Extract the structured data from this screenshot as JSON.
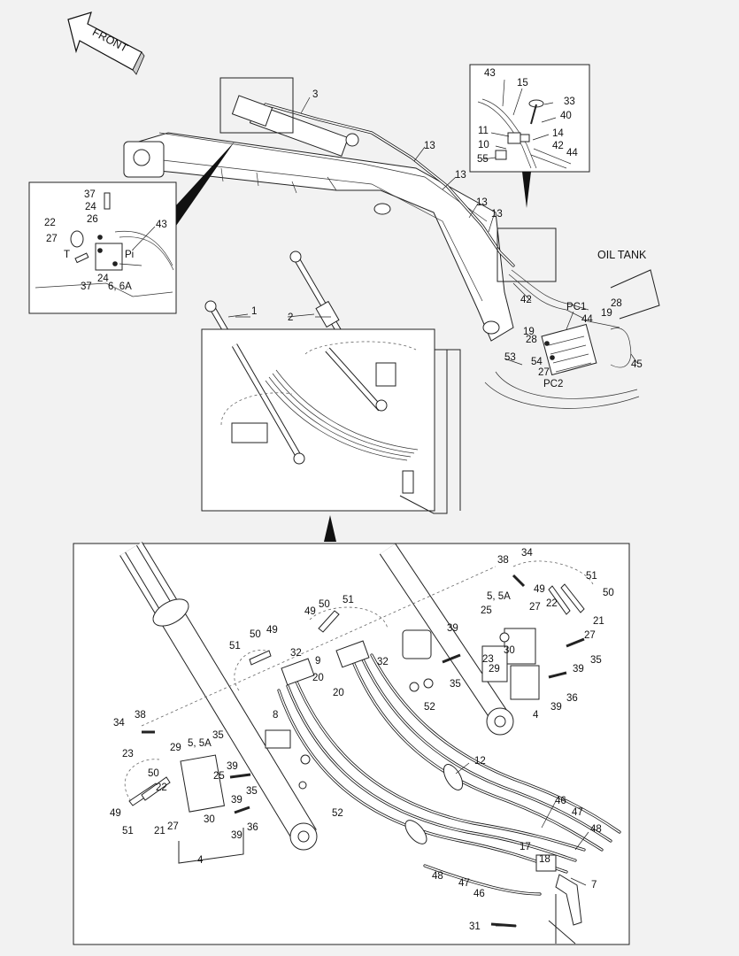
{
  "direction": {
    "front": "FRONT"
  },
  "tank": {
    "label": "OIL TANK"
  },
  "labels": {
    "main": [
      {
        "id": "m-3",
        "t": "3"
      },
      {
        "id": "m-13a",
        "t": "13"
      },
      {
        "id": "m-13b",
        "t": "13"
      },
      {
        "id": "m-13c",
        "t": "13"
      },
      {
        "id": "m-13d",
        "t": "13"
      },
      {
        "id": "m-1",
        "t": "1"
      },
      {
        "id": "m-2",
        "t": "2"
      },
      {
        "id": "m-42",
        "t": "42"
      },
      {
        "id": "m-pc1",
        "t": "PC1"
      },
      {
        "id": "m-19a",
        "t": "19"
      },
      {
        "id": "m-28a",
        "t": "28"
      },
      {
        "id": "m-44",
        "t": "44"
      },
      {
        "id": "m-19b",
        "t": "19"
      },
      {
        "id": "m-28b",
        "t": "28"
      },
      {
        "id": "m-27",
        "t": "27"
      },
      {
        "id": "m-53",
        "t": "53"
      },
      {
        "id": "m-54",
        "t": "54"
      },
      {
        "id": "m-pc2",
        "t": "PC2"
      },
      {
        "id": "m-45",
        "t": "45"
      }
    ],
    "inset_left": [
      {
        "id": "l-37a",
        "t": "37"
      },
      {
        "id": "l-24a",
        "t": "24"
      },
      {
        "id": "l-26",
        "t": "26"
      },
      {
        "id": "l-22",
        "t": "22"
      },
      {
        "id": "l-43",
        "t": "43"
      },
      {
        "id": "l-27",
        "t": "27"
      },
      {
        "id": "l-t",
        "t": "T"
      },
      {
        "id": "l-pi",
        "t": "Pi"
      },
      {
        "id": "l-37b",
        "t": "37"
      },
      {
        "id": "l-24b",
        "t": "24"
      },
      {
        "id": "l-66a",
        "t": "6, 6A"
      }
    ],
    "inset_right": [
      {
        "id": "r-43",
        "t": "43"
      },
      {
        "id": "r-15",
        "t": "15"
      },
      {
        "id": "r-33",
        "t": "33"
      },
      {
        "id": "r-40",
        "t": "40"
      },
      {
        "id": "r-11",
        "t": "11"
      },
      {
        "id": "r-14",
        "t": "14"
      },
      {
        "id": "r-10",
        "t": "10"
      },
      {
        "id": "r-42",
        "t": "42"
      },
      {
        "id": "r-55",
        "t": "55"
      },
      {
        "id": "r-44",
        "t": "44"
      }
    ],
    "detail": [
      {
        "id": "d-38a",
        "t": "38"
      },
      {
        "id": "d-34a",
        "t": "34"
      },
      {
        "id": "d-51a",
        "t": "51"
      },
      {
        "id": "d-49a",
        "t": "49"
      },
      {
        "id": "d-50a",
        "t": "50"
      },
      {
        "id": "d-5a",
        "t": "5, 5A"
      },
      {
        "id": "d-27a",
        "t": "27"
      },
      {
        "id": "d-22a",
        "t": "22"
      },
      {
        "id": "d-21a",
        "t": "21"
      },
      {
        "id": "d-25a",
        "t": "25"
      },
      {
        "id": "d-27b",
        "t": "27"
      },
      {
        "id": "d-50b",
        "t": "50"
      },
      {
        "id": "d-51b",
        "t": "51"
      },
      {
        "id": "d-49b",
        "t": "49"
      },
      {
        "id": "d-39a",
        "t": "39"
      },
      {
        "id": "d-23a",
        "t": "23"
      },
      {
        "id": "d-30a",
        "t": "30"
      },
      {
        "id": "d-29a",
        "t": "29"
      },
      {
        "id": "d-39b",
        "t": "39"
      },
      {
        "id": "d-35a",
        "t": "35"
      },
      {
        "id": "d-35b",
        "t": "35"
      },
      {
        "id": "d-36a",
        "t": "36"
      },
      {
        "id": "d-39c",
        "t": "39"
      },
      {
        "id": "d-4a",
        "t": "4"
      },
      {
        "id": "d-52a",
        "t": "52"
      },
      {
        "id": "d-51c",
        "t": "51"
      },
      {
        "id": "d-50c",
        "t": "50"
      },
      {
        "id": "d-49c",
        "t": "49"
      },
      {
        "id": "d-32a",
        "t": "32"
      },
      {
        "id": "d-20a",
        "t": "20"
      },
      {
        "id": "d-9",
        "t": "9"
      },
      {
        "id": "d-32b",
        "t": "32"
      },
      {
        "id": "d-20b",
        "t": "20"
      },
      {
        "id": "d-8",
        "t": "8"
      },
      {
        "id": "d-34b",
        "t": "34"
      },
      {
        "id": "d-38b",
        "t": "38"
      },
      {
        "id": "d-23b",
        "t": "23"
      },
      {
        "id": "d-29b",
        "t": "29"
      },
      {
        "id": "d-5b",
        "t": "5, 5A"
      },
      {
        "id": "d-35c",
        "t": "35"
      },
      {
        "id": "d-39d",
        "t": "39"
      },
      {
        "id": "d-50d",
        "t": "50"
      },
      {
        "id": "d-25b",
        "t": "25"
      },
      {
        "id": "d-22b",
        "t": "22"
      },
      {
        "id": "d-35d",
        "t": "35"
      },
      {
        "id": "d-49d",
        "t": "49"
      },
      {
        "id": "d-39e",
        "t": "39"
      },
      {
        "id": "d-51d",
        "t": "51"
      },
      {
        "id": "d-21b",
        "t": "21"
      },
      {
        "id": "d-27c",
        "t": "27"
      },
      {
        "id": "d-30b",
        "t": "30"
      },
      {
        "id": "d-52b",
        "t": "52"
      },
      {
        "id": "d-39f",
        "t": "39"
      },
      {
        "id": "d-36b",
        "t": "36"
      },
      {
        "id": "d-4b",
        "t": "4"
      },
      {
        "id": "d-12",
        "t": "12"
      },
      {
        "id": "d-46a",
        "t": "46"
      },
      {
        "id": "d-47a",
        "t": "47"
      },
      {
        "id": "d-48a",
        "t": "48"
      },
      {
        "id": "d-17",
        "t": "17"
      },
      {
        "id": "d-18",
        "t": "18"
      },
      {
        "id": "d-48b",
        "t": "48"
      },
      {
        "id": "d-47b",
        "t": "47"
      },
      {
        "id": "d-46b",
        "t": "46"
      },
      {
        "id": "d-7",
        "t": "7"
      },
      {
        "id": "d-31",
        "t": "31"
      }
    ]
  }
}
